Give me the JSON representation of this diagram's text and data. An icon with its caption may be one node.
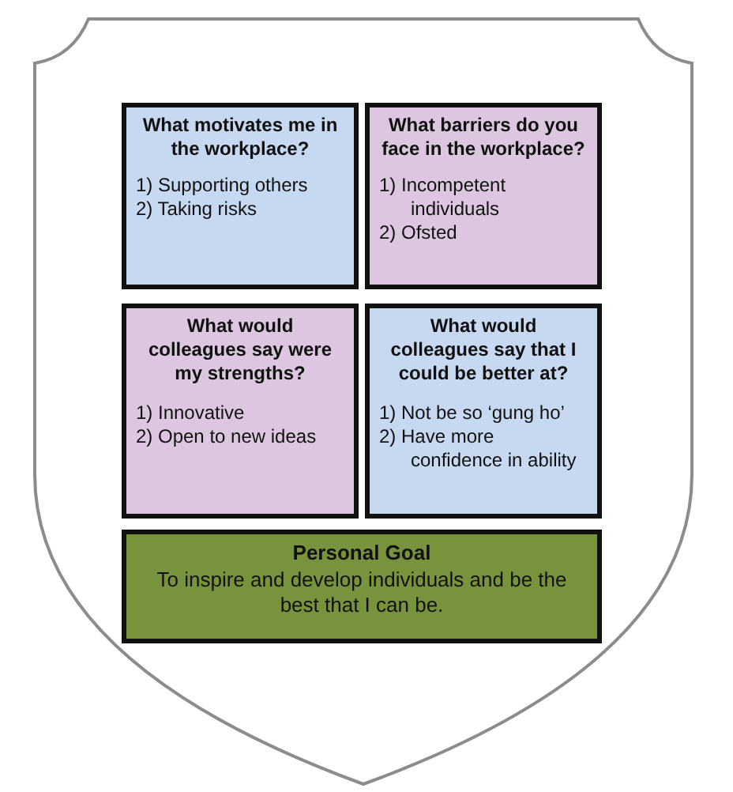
{
  "diagram": {
    "nodes": [
      {
        "text": [],
        "shape": "shield"
      },
      {
        "text": [
          "What motivates me in the workplace?",
          "1) Supporting others",
          "2) Taking risks"
        ],
        "in": 0
      },
      {
        "text": [
          "What barriers do you face in the workplace?",
          "1) Incompetent individuals",
          "2) Ofsted"
        ],
        "in": 0
      },
      {
        "text": [
          "What would colleagues say were my strengths?",
          "1) Innovative",
          "2) Open to new ideas"
        ],
        "in": 0
      },
      {
        "text": [
          "What would colleagues say that I could be better at?",
          "1) Not be so ‘gung ho’",
          "2) Have more confidence in ability"
        ],
        "in": 0
      },
      {
        "text": [
          "Personal Goal",
          "To inspire and develop individuals and be the best that I can be."
        ],
        "in": 0
      }
    ],
    "edges": []
  }
}
